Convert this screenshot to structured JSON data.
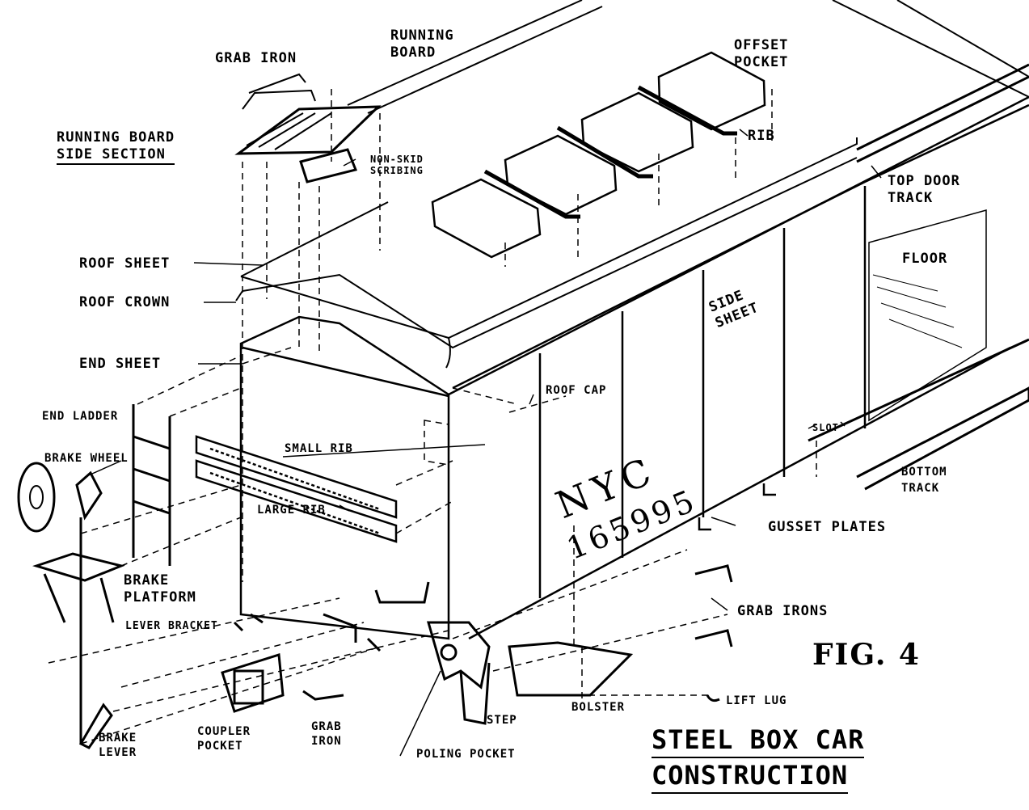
{
  "figure": {
    "number": "FIG. 4",
    "title_line1": "STEEL BOX CAR",
    "title_line2": "CONSTRUCTION"
  },
  "car_marking": {
    "road": "NYC",
    "number": "165995"
  },
  "labels": {
    "grab_iron_top": "GRAB IRON",
    "running_board": [
      "RUNNING",
      "BOARD"
    ],
    "offset_pocket": [
      "OFFSET",
      "POCKET"
    ],
    "running_board_side_section": [
      "RUNNING BOARD",
      "SIDE SECTION"
    ],
    "non_skid_scribing": [
      "NON-SKID",
      "SCRIBING"
    ],
    "rib": "RIB",
    "top_door_track": [
      "TOP DOOR",
      "TRACK"
    ],
    "floor": "FLOOR",
    "roof_sheet": "ROOF SHEET",
    "roof_crown": "ROOF CROWN",
    "end_sheet": "END SHEET",
    "side_sheet": [
      "SIDE",
      "SHEET"
    ],
    "roof_cap": "ROOF CAP",
    "end_ladder": "END LADDER",
    "small_rib": "SMALL RIB",
    "brake_wheel": "BRAKE WHEEL",
    "large_rib": "LARGE RIB",
    "slot": "SLOT",
    "bottom_track": [
      "BOTTOM",
      "TRACK"
    ],
    "gusset_plates": "GUSSET PLATES",
    "brake_platform": [
      "BRAKE",
      "PLATFORM"
    ],
    "grab_irons": "GRAB IRONS",
    "lever_bracket": "LEVER BRACKET",
    "lift_lug": "LIFT LUG",
    "coupler_pocket": [
      "COUPLER",
      "POCKET"
    ],
    "grab_iron_bottom": [
      "GRAB",
      "IRON"
    ],
    "step": "STEP",
    "bolster": "BOLSTER",
    "brake_lever": [
      "BRAKE",
      "LEVER"
    ],
    "poling_pocket": "POLING POCKET"
  }
}
